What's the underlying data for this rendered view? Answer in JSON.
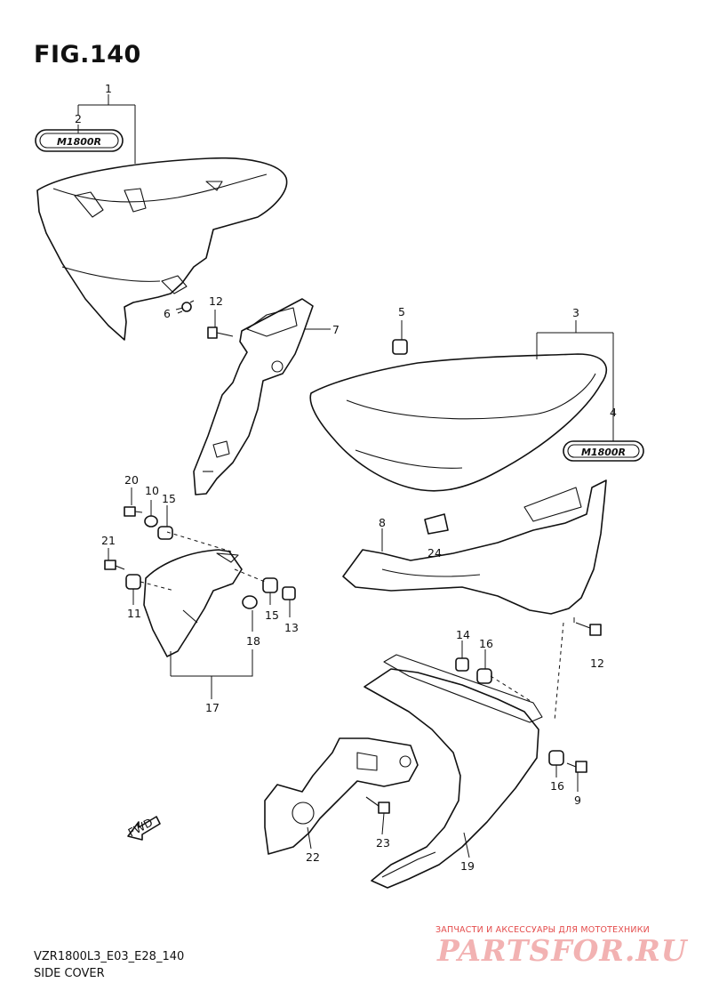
{
  "figure": {
    "title": "FIG.140",
    "part_code": "VZR1800L3_E03_E28_140",
    "section": "SIDE COVER"
  },
  "badges": {
    "left": "M1800R",
    "right": "M1800R"
  },
  "fwd_label": "FWD",
  "callouts": {
    "c1": "1",
    "c2": "2",
    "c3": "3",
    "c4": "4",
    "c5": "5",
    "c6": "6",
    "c7": "7",
    "c8": "8",
    "c9": "9",
    "c10": "10",
    "c11": "11",
    "c12a": "12",
    "c12b": "12",
    "c13": "13",
    "c14": "14",
    "c15a": "15",
    "c15b": "15",
    "c16a": "16",
    "c16b": "16",
    "c17": "17",
    "c18": "18",
    "c19": "19",
    "c20": "20",
    "c21": "21",
    "c22": "22",
    "c23": "23",
    "c24": "24"
  },
  "watermark": {
    "caption": "ЗАПЧАСТИ И АКСЕССУАРЫ ДЛЯ МОТОТЕХНИКИ",
    "logo": "PARTSFOR.RU"
  }
}
